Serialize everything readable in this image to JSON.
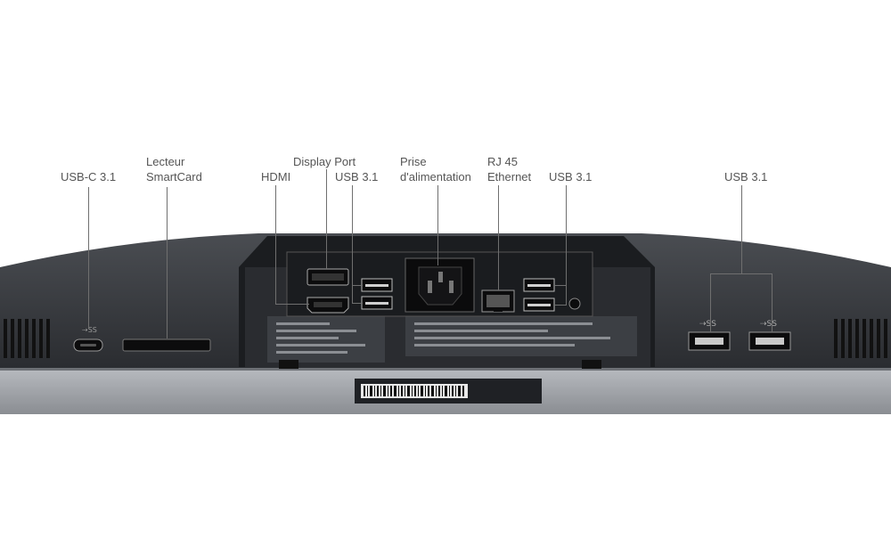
{
  "labels": {
    "usbc": "USB-C 3.1",
    "smartcard_l1": "Lecteur",
    "smartcard_l2": "SmartCard",
    "hdmi": "HDMI",
    "displayport": "Display Port",
    "usb31_left": "USB 3.1",
    "power_l1": "Prise",
    "power_l2": "d'alimentation",
    "rj45_l1": "RJ 45",
    "rj45_l2": "Ethernet",
    "usb31_mid": "USB 3.1",
    "usb31_right": "USB 3.1"
  },
  "colors": {
    "chassis": "#3a3d41",
    "chassis_dark": "#25272a",
    "bezel": "#9ea1a6",
    "panel": "#1e2024",
    "usb_blue": "#2e6cff",
    "leader": "#6f6f6f",
    "text": "#555555"
  }
}
